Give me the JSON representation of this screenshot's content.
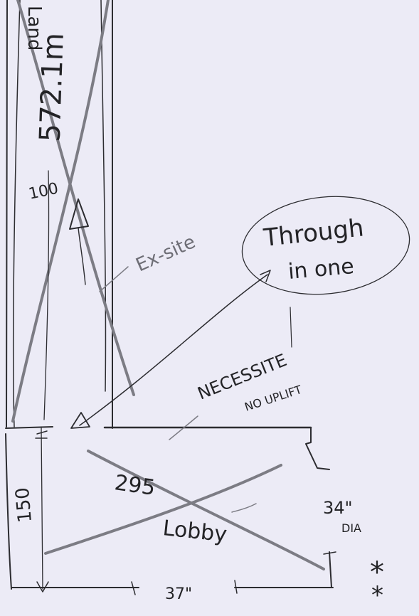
{
  "top_label": "Land",
  "dimensions": {
    "long_wall": "572.1m",
    "vertical_short": "100",
    "lobby_height": "150",
    "lobby_length": "295",
    "bottom_width": "37\"",
    "door_width": "34\"",
    "door_unit": "DIA"
  },
  "labels": {
    "ex_site": "Ex-site",
    "necessary_1": "NECESSITE",
    "necessary_2": "NO UPLIFT",
    "lobby": "Lobby",
    "through": "Through",
    "in_one": "in one",
    "asterisk": "*"
  }
}
